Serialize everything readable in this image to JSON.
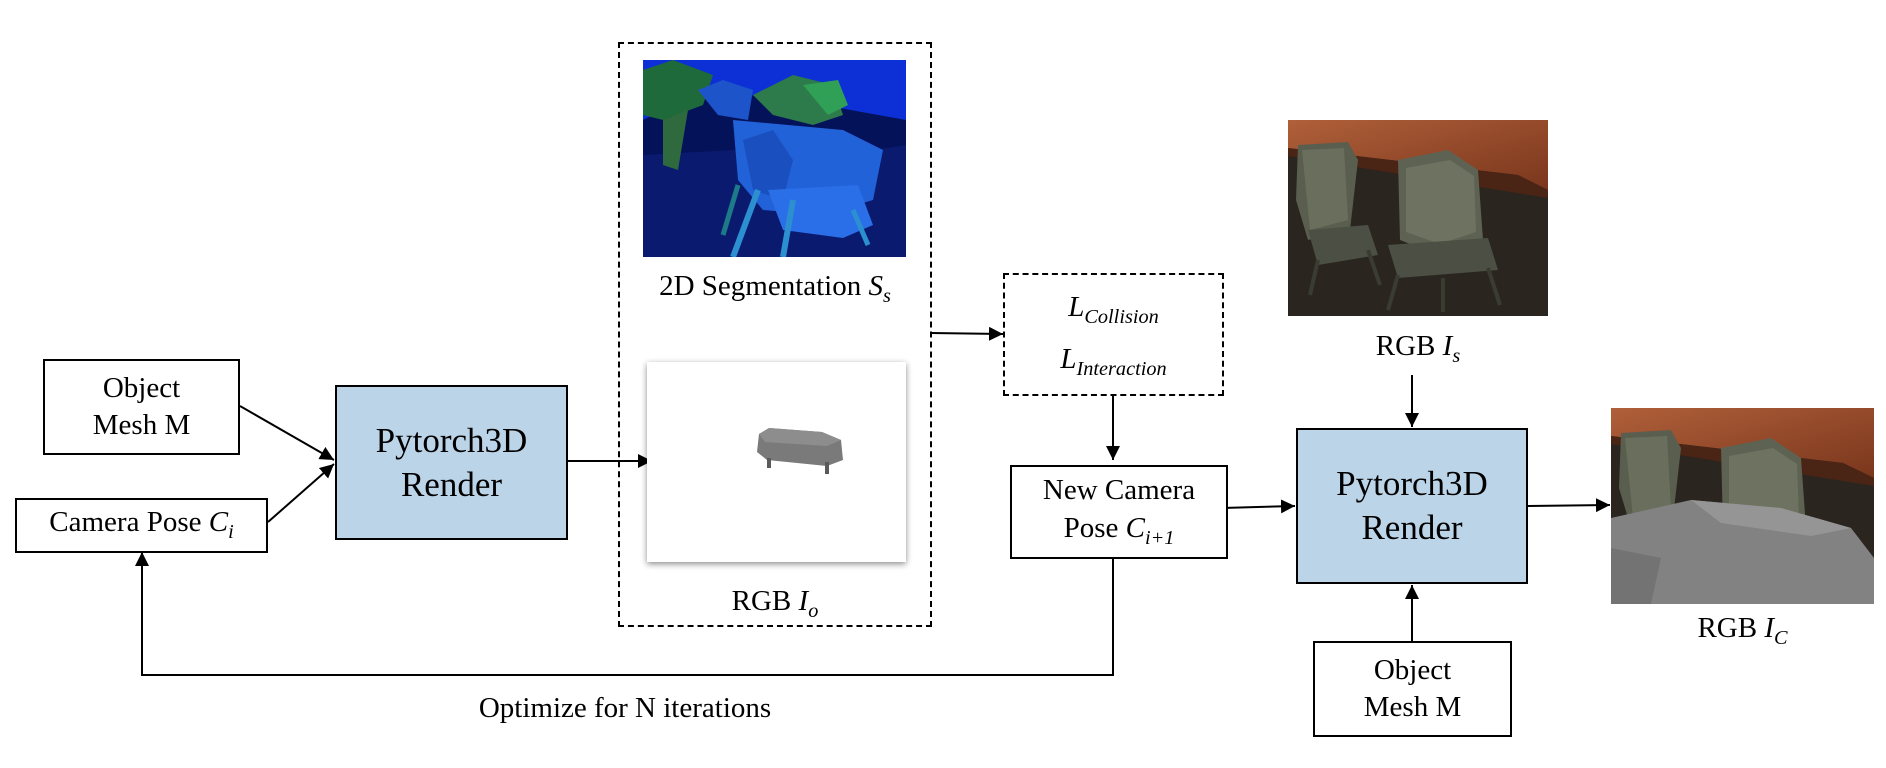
{
  "nodes": {
    "mesh_left": {
      "line1": "Object",
      "line2": "Mesh M"
    },
    "camera_pose": {
      "text": "Camera Pose ",
      "var": "C",
      "sub": "i"
    },
    "render_left": {
      "line1": "Pytorch3D",
      "line2": "Render"
    },
    "loss": {
      "l1_var": "L",
      "l1_sub": "Collision",
      "l2_var": "L",
      "l2_sub": "Interaction"
    },
    "new_camera": {
      "line1": "New Camera",
      "line2_text": "Pose ",
      "var": "C",
      "sub": "i+1"
    },
    "render_right": {
      "line1": "Pytorch3D",
      "line2": "Render"
    },
    "mesh_right": {
      "line1": "Object",
      "line2": "Mesh M"
    }
  },
  "captions": {
    "segmentation": {
      "text": "2D Segmentation ",
      "var": "S",
      "sub": "s"
    },
    "rgb_o": {
      "text": "RGB ",
      "var": "I",
      "sub": "o"
    },
    "rgb_s": {
      "text": "RGB ",
      "var": "I",
      "sub": "s"
    },
    "rgb_c": {
      "text": "RGB ",
      "var": "I",
      "sub": "C"
    },
    "loop": "Optimize for N iterations"
  },
  "colors": {
    "render_fill": "#bcd4e8",
    "segmentation_background": "#0a1a6e",
    "wood": "#9b4a2a",
    "floor": "#2b2520"
  },
  "images": {
    "segmentation": "segmentation-map-icon",
    "rgb_o": "rendered-sofa-icon",
    "rgb_s": "scene-photo-icon",
    "rgb_c": "composite-photo-icon"
  }
}
